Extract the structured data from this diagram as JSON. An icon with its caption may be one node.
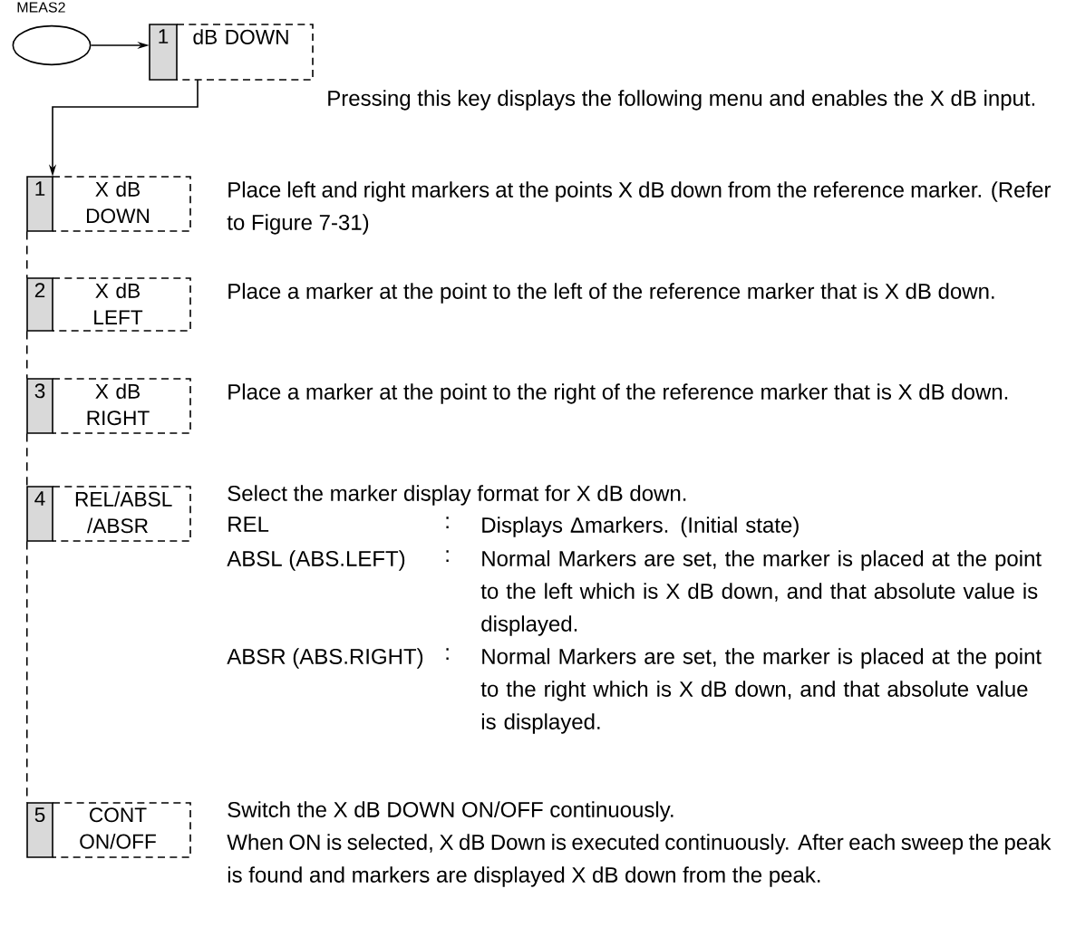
{
  "diagram": {
    "nodes": [
      {
        "text": [
          "MEAS2"
        ]
      },
      {
        "text": [
          "1",
          "dB DOWN"
        ],
        "beside": [
          "Pressing this key displays the following menu and enables the X dB input."
        ]
      },
      {
        "text": [
          "1",
          "X dB DOWN"
        ],
        "beside": [
          "Place left and right markers at the points X dB down from the reference marker.  (Refer to Figure 7-31)"
        ]
      },
      {
        "text": [
          "2",
          "X dB LEFT"
        ],
        "beside": [
          "Place a marker at the point to the left of the reference marker that is X dB down."
        ]
      },
      {
        "text": [
          "3",
          "X dB RIGHT"
        ],
        "beside": [
          "Place a marker at the point to the right of the reference marker that is X dB down."
        ]
      },
      {
        "text": [
          "4",
          "REL/ABSL /ABSR"
        ],
        "beside": [
          "Select the marker display format for X dB down."
        ]
      },
      {
        "text": [
          "5",
          "CONT ON/OFF"
        ],
        "beside": [
          "Switch the X dB DOWN ON/OFF continuously.",
          "When ON is selected, X dB Down is executed continuously.  After each sweep the peak is found and markers are displayed X dB down from the peak."
        ]
      }
    ],
    "edges": [
      {
        "from": 0,
        "to": 1,
        "arrow": "to"
      },
      {
        "from": 1,
        "to": 2,
        "arrow": "to"
      },
      {
        "from": 2,
        "to": 3,
        "arrow": "none",
        "style": "dashed"
      },
      {
        "from": 3,
        "to": 4,
        "arrow": "none",
        "style": "dashed"
      },
      {
        "from": 4,
        "to": 5,
        "arrow": "none",
        "style": "dashed"
      },
      {
        "from": 5,
        "to": 6,
        "arrow": "none",
        "style": "dashed"
      }
    ],
    "labels": [
      "REL",
      ":",
      "Displays Δmarkers. (Initial state)",
      "ABSL (ABS.LEFT)",
      ":",
      "Normal Markers are set, the marker is placed at the point to the left which is X dB down, and that absolute value is displayed.",
      "ABSR (ABS.RIGHT)",
      ":",
      "Normal Markers are set, the marker is placed at the point to the right which is X dB down, and that absolute value is displayed."
    ]
  }
}
